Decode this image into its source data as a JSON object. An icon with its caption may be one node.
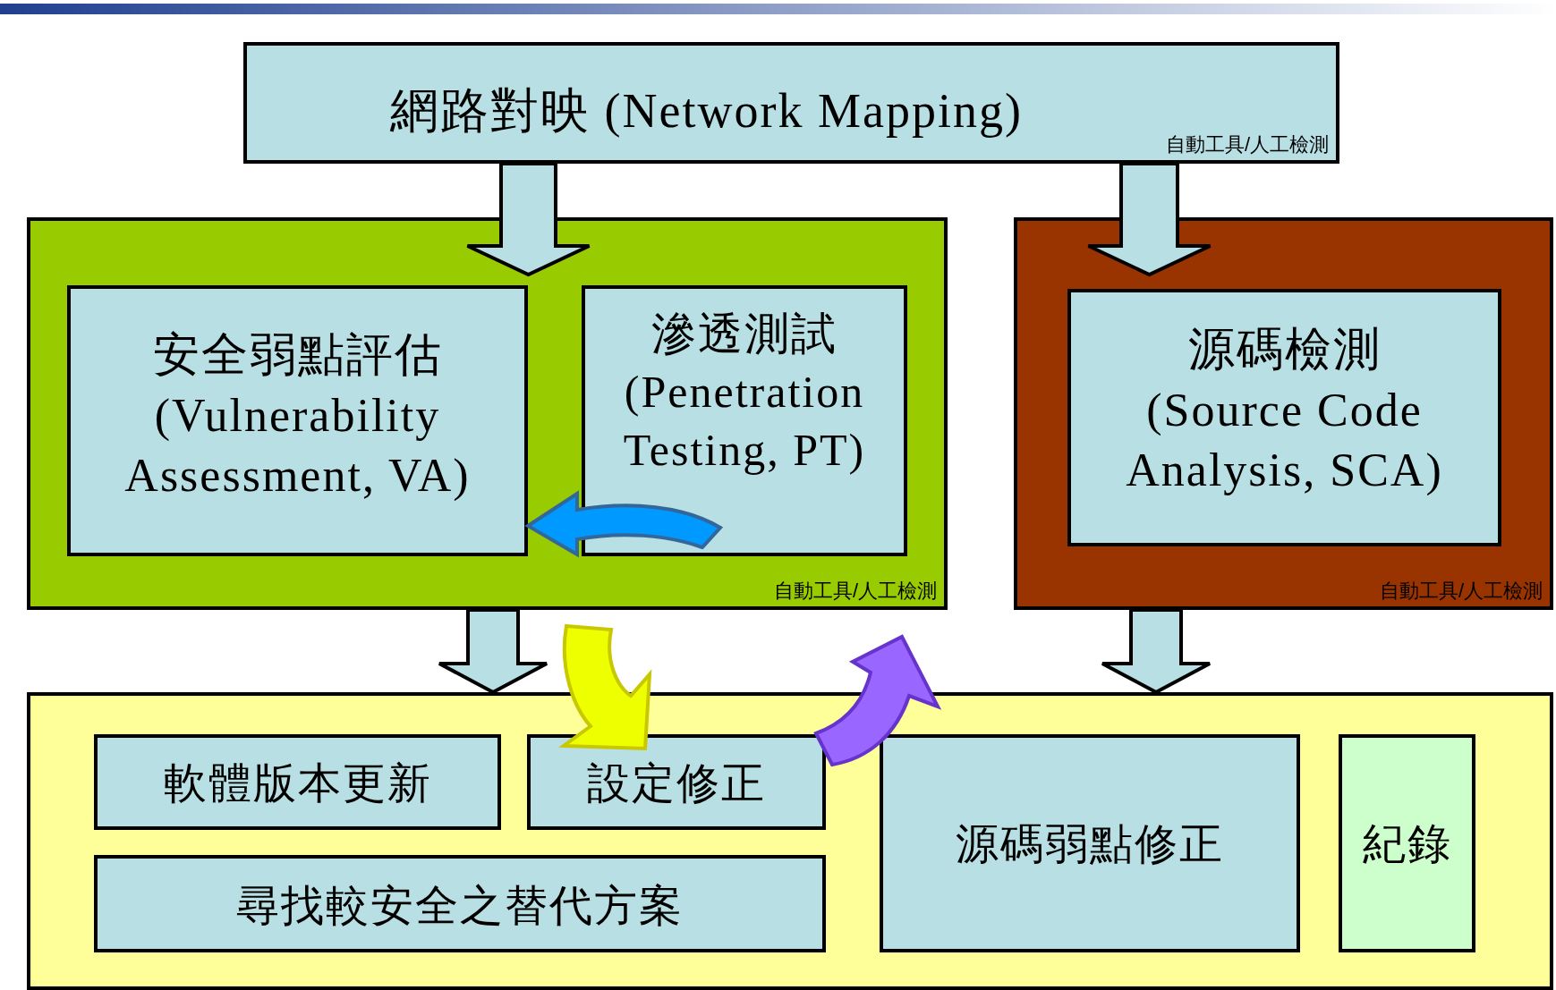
{
  "diagram": {
    "nodes": [
      {
        "text": [
          "網路對映 (Network Mapping)",
          "自動工具/人工檢測"
        ]
      },
      {
        "text": [
          "自動工具/人工檢測"
        ]
      },
      {
        "text": [
          "安全弱點評估 (Vulnerability Assessment, VA)"
        ],
        "in": 1
      },
      {
        "text": [
          "滲透測試 (Penetration Testing, PT)"
        ],
        "in": 1
      },
      {
        "text": [
          "自動工具/人工檢測"
        ]
      },
      {
        "text": [
          "源碼檢測 (Source Code Analysis, SCA)"
        ],
        "in": 4
      },
      {
        "text": [],
        "shape": "box"
      },
      {
        "text": [
          "軟體版本更新"
        ],
        "in": 6
      },
      {
        "text": [
          "設定修正"
        ],
        "in": 6
      },
      {
        "text": [
          "尋找較安全之替代方案"
        ],
        "in": 6
      },
      {
        "text": [
          "源碼弱點修正"
        ],
        "in": 6
      },
      {
        "text": [
          "紀錄"
        ],
        "in": 6
      }
    ],
    "edges": [
      {
        "from": 0,
        "to": 1,
        "arrow": "to"
      },
      {
        "from": 0,
        "to": 4,
        "arrow": "to"
      },
      {
        "from": 1,
        "to": 6,
        "arrow": "to"
      },
      {
        "from": 4,
        "to": 6,
        "arrow": "to"
      },
      {
        "from": 3,
        "to": 2,
        "arrow": "to",
        "color": "#0099ff"
      },
      {
        "from": 1,
        "to": 8,
        "arrow": "to",
        "color": "#eeff00"
      },
      {
        "from": 10,
        "to": 1,
        "arrow": "to",
        "color": "#9966ff"
      }
    ]
  }
}
